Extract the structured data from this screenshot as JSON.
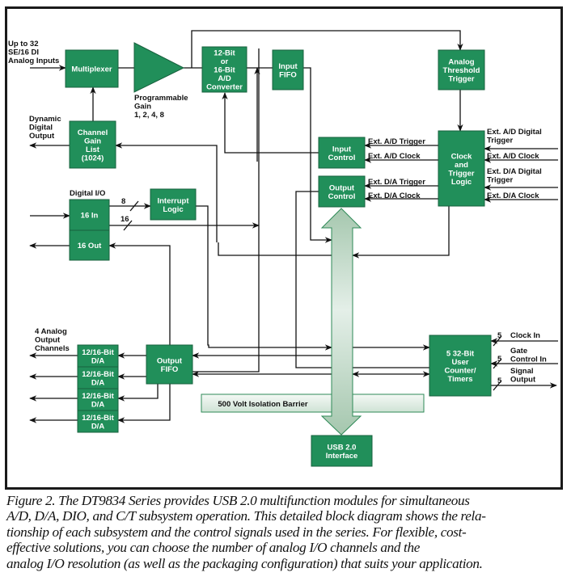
{
  "figure": {
    "title": "DT9834 Series block diagram",
    "colors": {
      "block_fill": "#218f5a",
      "block_border": "#17603d",
      "bus_light": "#e4efe8",
      "bus_dark": "#a5c7ae",
      "wire": "#111111",
      "frame": "#1a1a1a"
    },
    "blocks": {
      "multiplexer": [
        "Multiplexer"
      ],
      "ad_converter": [
        "12-Bit",
        "or",
        "16-Bit",
        "A/D",
        "Converter"
      ],
      "input_fifo": [
        "Input",
        "FIFO"
      ],
      "analog_threshold": [
        "Analog",
        "Threshold",
        "Trigger"
      ],
      "channel_gain": [
        "Channel",
        "Gain",
        "List",
        "(1024)"
      ],
      "input_control": [
        "Input",
        "Control"
      ],
      "output_control": [
        "Output",
        "Control"
      ],
      "clock_trigger": [
        "Clock",
        "and",
        "Trigger",
        "Logic"
      ],
      "dio_in": [
        "16 In"
      ],
      "dio_out": [
        "16 Out"
      ],
      "interrupt_logic": [
        "Interrupt",
        "Logic"
      ],
      "output_fifo": [
        "Output",
        "FIFO"
      ],
      "da": [
        "12/16-Bit",
        "D/A"
      ],
      "counter_timers": [
        "5 32-Bit",
        "User",
        "Counter/",
        "Timers"
      ],
      "usb_interface": [
        "USB 2.0",
        "Interface"
      ]
    },
    "labels": {
      "analog_inputs": [
        "Up to 32",
        "SE/16 DI",
        "Analog Inputs"
      ],
      "gain": [
        "Programmable",
        "Gain",
        "1, 2, 4, 8"
      ],
      "dynamic_output": [
        "Dynamic",
        "Digital",
        "Output"
      ],
      "digital_io": "Digital I/O",
      "bus_8": "8",
      "bus_16": "16",
      "ext_ad_trigger": "Ext. A/D Trigger",
      "ext_ad_clock": "Ext. A/D Clock",
      "ext_da_trigger": "Ext. D/A Trigger",
      "ext_da_clock": "Ext. D/A Clock",
      "ext_ad_digital_trigger": [
        "Ext. A/D Digital",
        "Trigger"
      ],
      "ext_ad_clock_in": "Ext. A/D Clock",
      "ext_da_digital_trigger": [
        "Ext. D/A Digital",
        "Trigger"
      ],
      "ext_da_clock_in": "Ext. D/A Clock",
      "analog_outputs": [
        "4 Analog",
        "Output",
        "Channels"
      ],
      "clock_in": "Clock In",
      "gate_control": [
        "Gate",
        "Control In"
      ],
      "signal_output": [
        "Signal",
        "Output"
      ],
      "ct_bus": "5",
      "isolation_barrier": "500 Volt Isolation Barrier"
    }
  },
  "caption": [
    "Figure 2. The DT9834 Series provides USB 2.0 multifunction modules for simultaneous",
    "A/D, D/A, DIO, and C/T subsystem operation. This detailed block diagram shows the rela-",
    "tionship of each subsystem and the control signals used in the series. For flexible, cost-",
    "effective solutions, you can choose the number of analog I/O channels and the",
    "analog I/O resolution (as well as the packaging configuration) that suits your application."
  ]
}
